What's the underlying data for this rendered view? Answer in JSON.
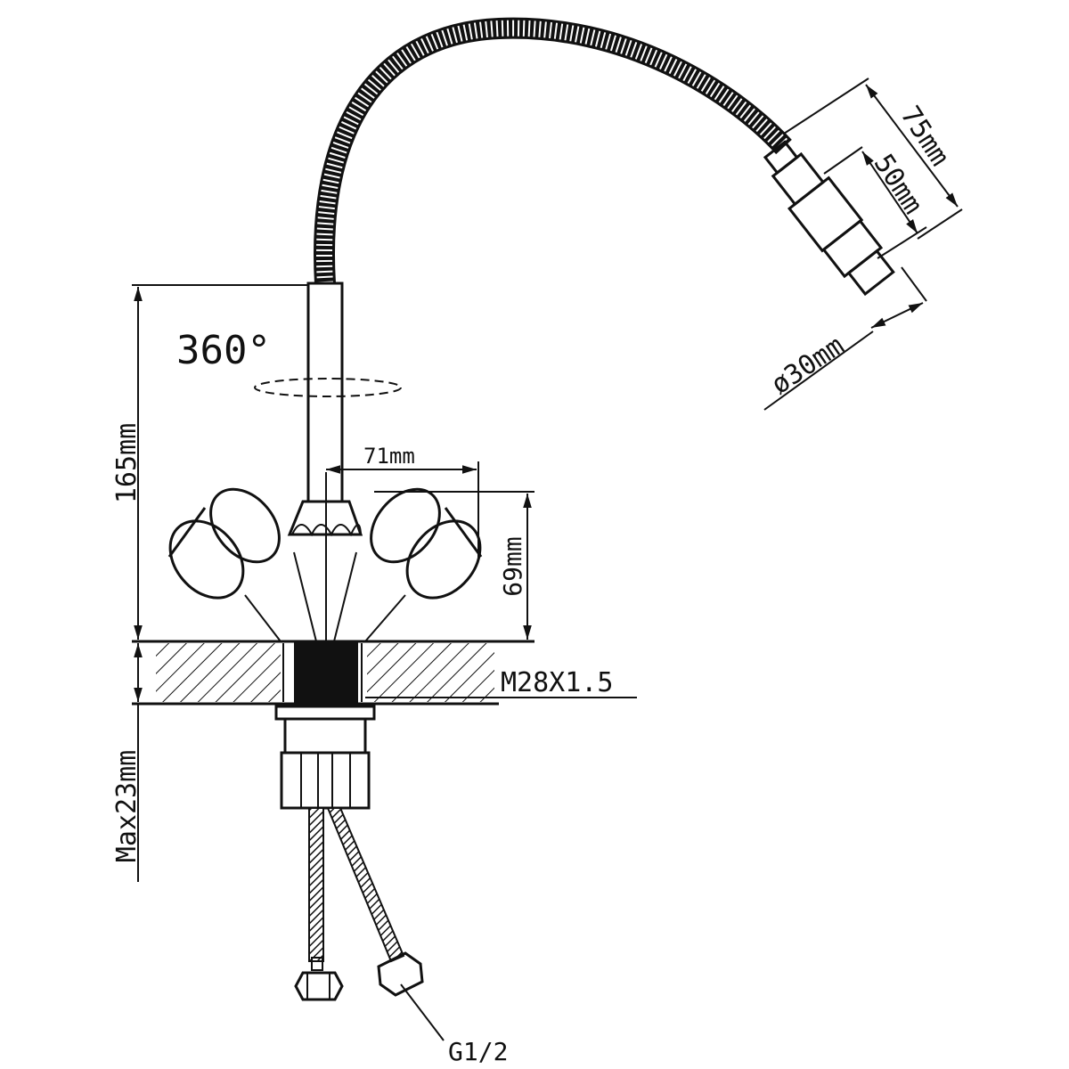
{
  "diagram": {
    "title": "Faucet dimensions",
    "labels": {
      "rotation": "360°",
      "height_total": "165mm",
      "handle_span": "71mm",
      "handle_height": "69mm",
      "thread": "M28X1.5",
      "max_thickness": "Max23mm",
      "head_length": "75mm",
      "head_body_length": "50mm",
      "head_diameter": "ø30mm",
      "connection": "G1/2"
    },
    "colors": {
      "line": "#111111",
      "background": "#ffffff"
    }
  }
}
